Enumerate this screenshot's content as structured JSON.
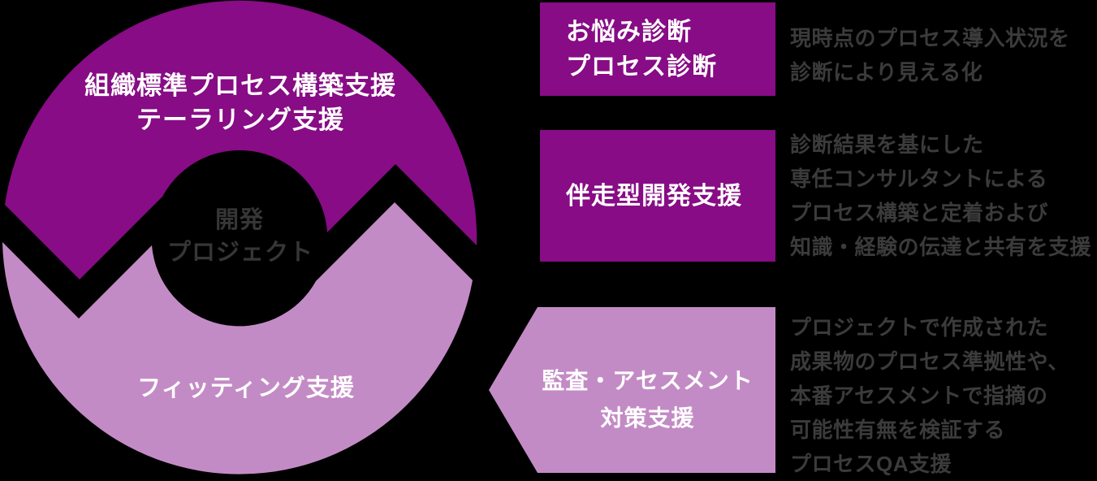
{
  "colors": {
    "background": "#000000",
    "dark_purple": "#870c85",
    "light_purple": "#c38bc5",
    "description_text_gray": "#3b3b3b",
    "center_text_gray": "#363636",
    "label_white": "#ffffff"
  },
  "cycle": {
    "top_arrow": {
      "label_line1": "組織標準プロセス構築支援",
      "label_line2": "テーラリング支援"
    },
    "center": {
      "label_line1": "開発",
      "label_line2": "プロジェクト"
    },
    "bottom_arrow": {
      "label": "フィッティング支援"
    }
  },
  "services": [
    {
      "title_lines": [
        "お悩み診断",
        "プロセス診断"
      ],
      "desc_lines": [
        "現時点のプロセス導入状況を",
        "診断により見える化"
      ]
    },
    {
      "title_lines": [
        "伴走型開発支援"
      ],
      "desc_lines": [
        "診断結果を基にした",
        "専任コンサルタントによる",
        "プロセス構築と定着および",
        "知識・経験の伝達と共有を支援"
      ]
    },
    {
      "title_lines": [
        "監査・アセスメント",
        "対策支援"
      ],
      "desc_lines": [
        "プロジェクトで作成された",
        "成果物のプロセス準拠性や、",
        "本番アセスメントで指摘の",
        "可能性有無を検証する",
        "プロセスQA支援"
      ]
    }
  ]
}
